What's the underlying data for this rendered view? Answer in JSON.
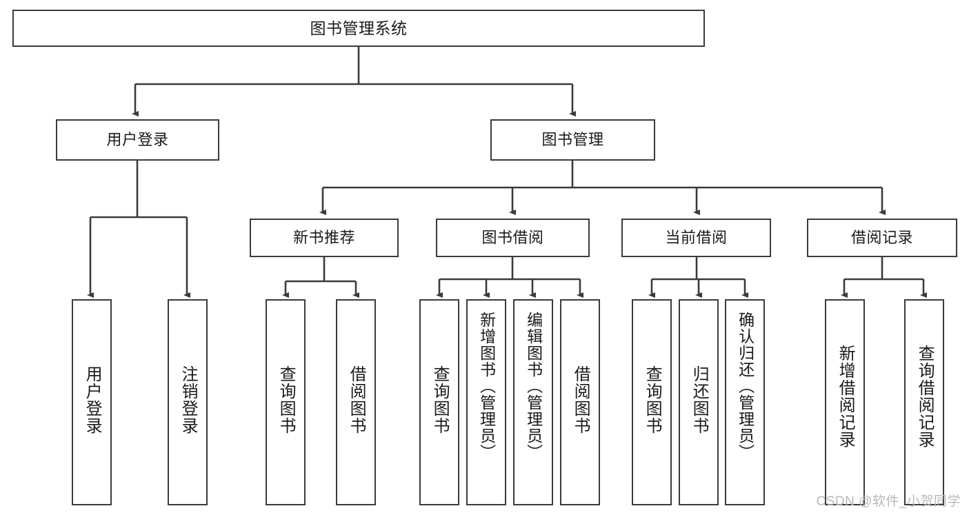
{
  "diagram": {
    "title": "图书管理系统",
    "type": "hierarchy-tree",
    "levels": 4,
    "root": {
      "label": "图书管理系统"
    },
    "level2": [
      {
        "label": "用户登录"
      },
      {
        "label": "图书管理"
      }
    ],
    "level3": [
      {
        "label": "新书推荐"
      },
      {
        "label": "图书借阅"
      },
      {
        "label": "当前借阅"
      },
      {
        "label": "借阅记录"
      }
    ],
    "leaves": {
      "user_login": [
        {
          "label": "用户登录"
        },
        {
          "label": "注销登录"
        }
      ],
      "new_book_recommend": [
        {
          "label": "查询图书"
        },
        {
          "label": "借阅图书"
        }
      ],
      "book_borrow": [
        {
          "label": "查询图书"
        },
        {
          "label": "新增图书（管理员）"
        },
        {
          "label": "编辑图书（管理员）"
        },
        {
          "label": "借阅图书"
        }
      ],
      "current_borrow": [
        {
          "label": "查询图书"
        },
        {
          "label": "归还图书"
        },
        {
          "label": "确认归还（管理员）"
        }
      ],
      "borrow_record": [
        {
          "label": "新增借阅记录"
        },
        {
          "label": "查询借阅记录"
        }
      ]
    }
  },
  "watermark": {
    "text": "CSDN @软件_小贺同学"
  },
  "colors": {
    "border": "#3a3a3a",
    "text": "#1a1a1a",
    "background": "#ffffff",
    "watermark": "#b9b9b9"
  }
}
